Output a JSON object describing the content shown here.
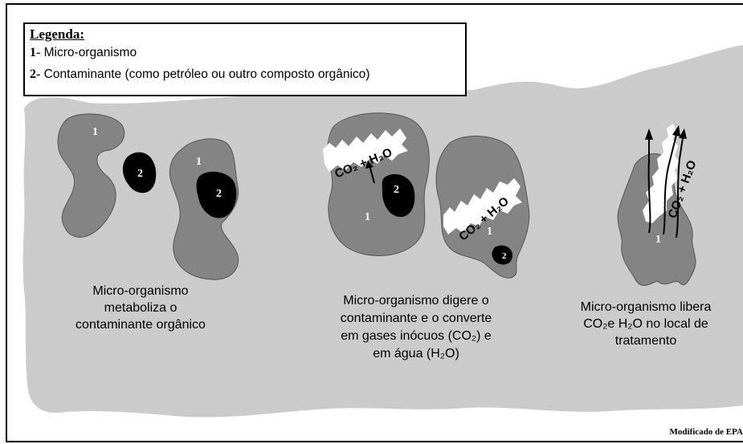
{
  "legend": {
    "title": "Legenda",
    "title_suffix": ":",
    "items": [
      {
        "number": "1-",
        "text": "Micro-organismo"
      },
      {
        "number": "2-",
        "text": "Contaminante (como petróleo ou outro composto orgânico)"
      }
    ]
  },
  "stages": [
    {
      "caption_lines": [
        "Micro-organismo",
        "metaboliza o",
        "contaminante orgânico"
      ],
      "labels": [
        "1",
        "2",
        "1",
        "2"
      ]
    },
    {
      "caption_lines": [
        "Micro-organismo digere o",
        "contaminante e o converte",
        "em gases inócuos (CO₂) e",
        "em água (H₂O)"
      ],
      "labels": [
        "2",
        "1",
        "1",
        "2"
      ],
      "bubble_text": "CO₂ + H₂O"
    },
    {
      "caption_lines": [
        "Micro-organismo libera",
        "CO₂e H₂O no local de",
        "tratamento"
      ],
      "labels": [
        "1"
      ],
      "bubble_text": "CO₂ + H₂O"
    }
  ],
  "credit": "Modificado de EPA",
  "colors": {
    "background_blob": "#cbcbcb",
    "microorganism": "#848484",
    "contaminant": "#000000",
    "bubble": "#ffffff"
  }
}
